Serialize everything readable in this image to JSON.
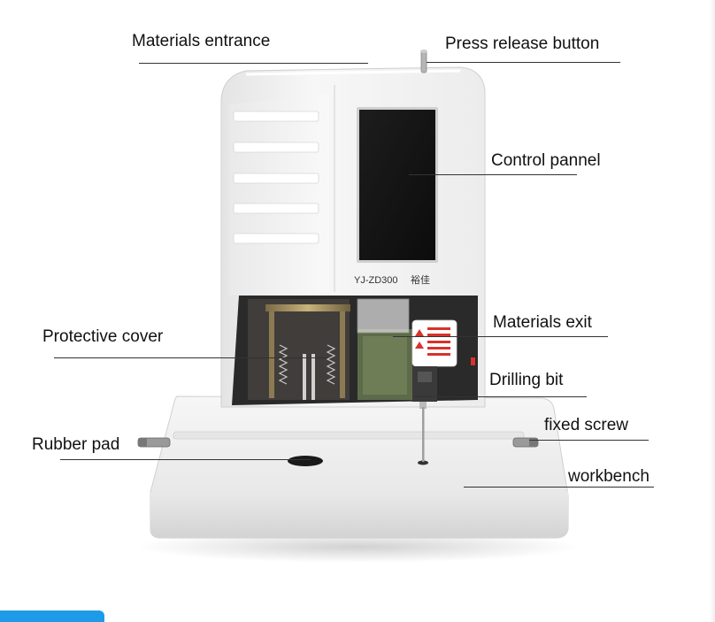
{
  "machine": {
    "model_text": "YJ-ZD300",
    "brand_text": "裕佳"
  },
  "callouts": [
    {
      "id": "materials-entrance",
      "label": "Materials entrance"
    },
    {
      "id": "press-release-button",
      "label": "Press release button"
    },
    {
      "id": "control-pannel",
      "label": "Control pannel"
    },
    {
      "id": "materials-exit",
      "label": "Materials exit"
    },
    {
      "id": "protective-cover",
      "label": "Protective cover"
    },
    {
      "id": "drilling-bit",
      "label": "Drilling bit"
    },
    {
      "id": "fixed-screw",
      "label": "fixed screw"
    },
    {
      "id": "rubber-pad",
      "label": "Rubber pad"
    },
    {
      "id": "workbench",
      "label": "workbench"
    }
  ],
  "colors": {
    "body": "#f4f4f4",
    "panel_screen": "#161616",
    "accent_blue": "#1e9be8",
    "warning_red": "#d8322c"
  }
}
